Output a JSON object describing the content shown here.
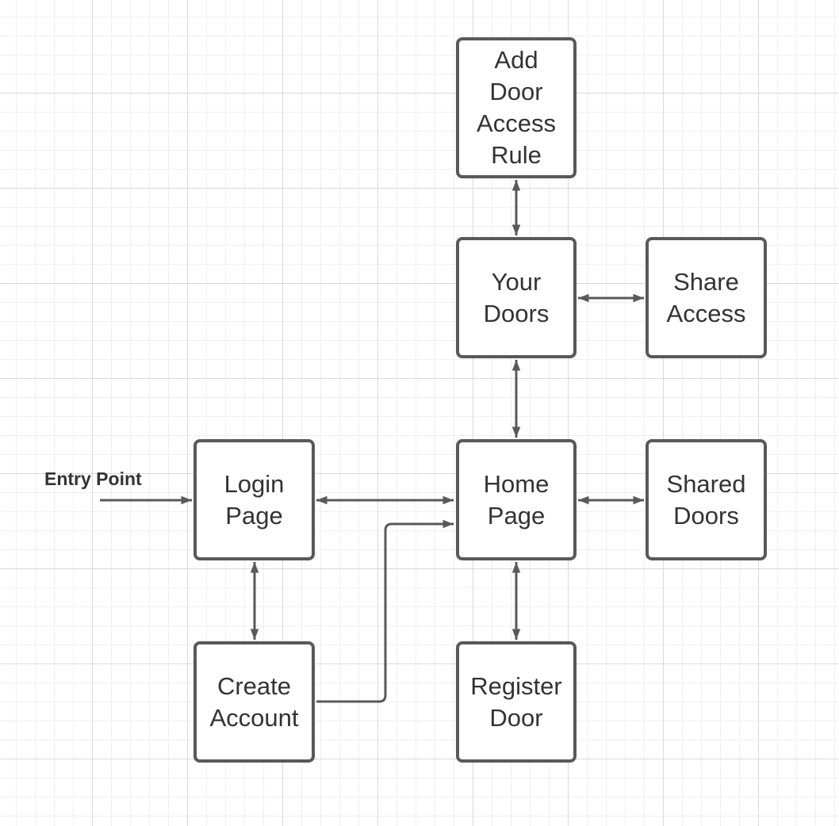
{
  "diagram": {
    "entry_label": "Entry Point",
    "nodes": {
      "add_rule": "Add\nDoor\nAccess\nRule",
      "your_doors": "Your\nDoors",
      "share_access": "Share\nAccess",
      "login": "Login\nPage",
      "home": "Home\nPage",
      "shared_doors": "Shared\nDoors",
      "create_account": "Create\nAccount",
      "register_door": "Register\nDoor"
    },
    "edges": [
      {
        "from": "entry",
        "to": "login",
        "direction": "one-way"
      },
      {
        "from": "login",
        "to": "home",
        "direction": "two-way"
      },
      {
        "from": "login",
        "to": "create_account",
        "direction": "two-way"
      },
      {
        "from": "create_account",
        "to": "home",
        "direction": "one-way"
      },
      {
        "from": "home",
        "to": "your_doors",
        "direction": "two-way"
      },
      {
        "from": "your_doors",
        "to": "add_rule",
        "direction": "two-way"
      },
      {
        "from": "your_doors",
        "to": "share_access",
        "direction": "two-way"
      },
      {
        "from": "home",
        "to": "shared_doors",
        "direction": "two-way"
      },
      {
        "from": "home",
        "to": "register_door",
        "direction": "two-way"
      }
    ],
    "colors": {
      "stroke": "#595959",
      "text": "#333333",
      "grid_major": "#d9d9d9",
      "grid_minor": "#efefef",
      "background": "#ffffff"
    }
  }
}
